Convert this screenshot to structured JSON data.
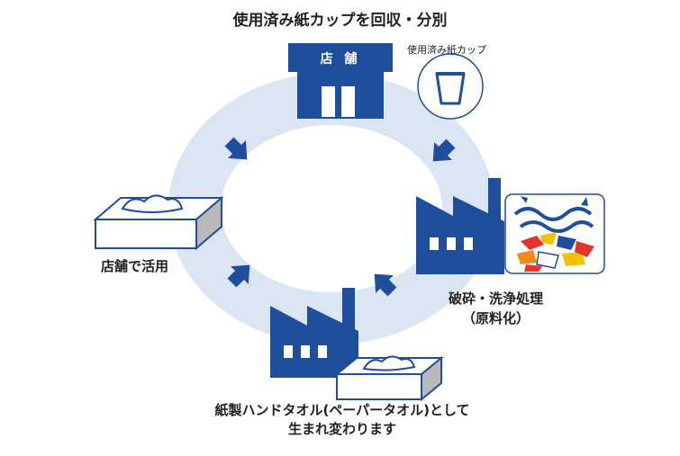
{
  "title": "使用済み紙カップを回収・分別",
  "store_sign": "店 舗",
  "used_cup_label": "使用済み紙カップ",
  "crush_label_line1": "破砕・洗浄処理",
  "crush_label_line2": "（原料化）",
  "towel_label_line1": "紙製ハンドタオル(ペーパータオル)として",
  "towel_label_line2": "生まれ変わります",
  "store_use_label": "店舗で活用",
  "colors": {
    "primary_blue": "#1f4e9c",
    "cycle_ring": "#dbe5f3",
    "box_gray": "#b9b9b9",
    "waste_blue": "#1f4e9c",
    "waste_red": "#e3342f",
    "waste_yellow": "#f2c200",
    "waste_orange": "#f08a1c"
  }
}
